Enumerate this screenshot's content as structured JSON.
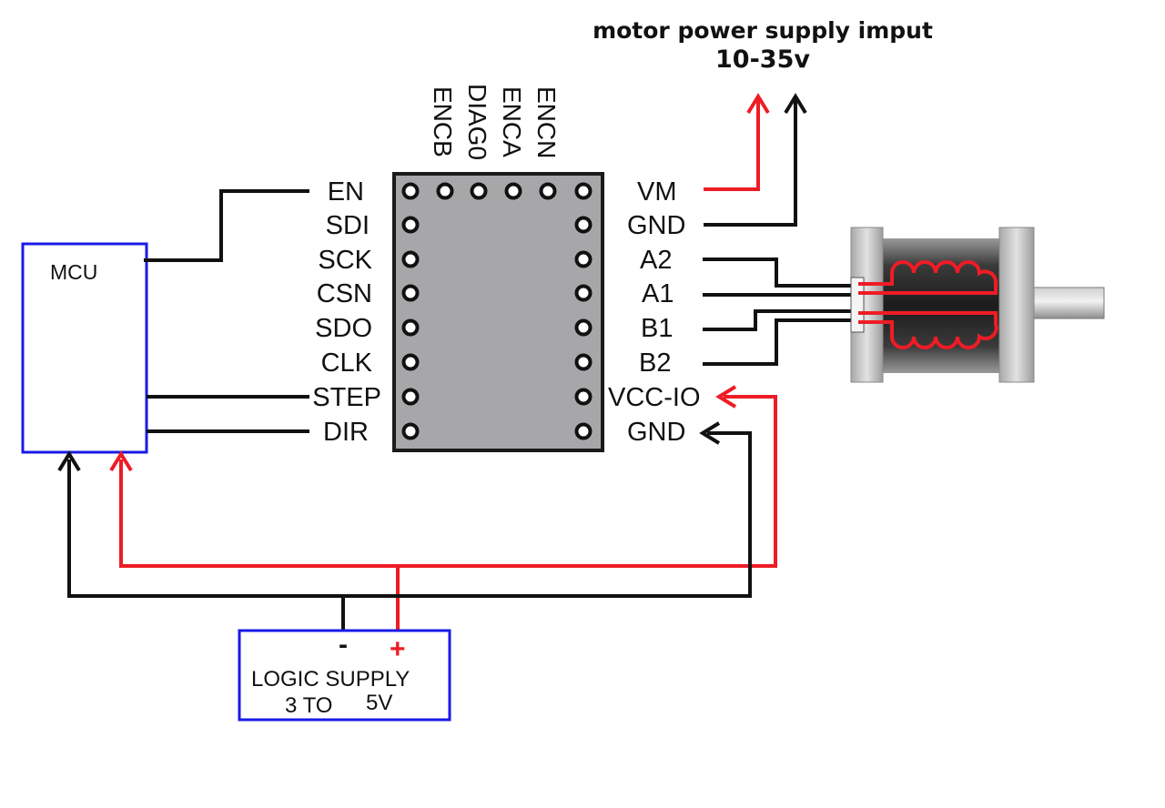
{
  "title": {
    "line1": "motor power supply imput",
    "line2": "10-35v"
  },
  "mcu": {
    "label": "MCU"
  },
  "driver": {
    "left_pins": [
      "EN",
      "SDI",
      "SCK",
      "CSN",
      "SDO",
      "CLK",
      "STEP",
      "DIR"
    ],
    "right_pins": [
      "VM",
      "GND",
      "A2",
      "A1",
      "B1",
      "B2",
      "VCC-IO",
      "GND"
    ],
    "top_pins": [
      "ENCB",
      "DIAG0",
      "ENCA",
      "ENCN"
    ]
  },
  "logic_supply": {
    "minus": "-",
    "plus": "+",
    "line1": "LOGIC SUPPLY",
    "line2a": "3 TO",
    "line2b": "5V"
  },
  "colors": {
    "positive_wire": "#ee1c25",
    "negative_wire": "#111111",
    "box_outline": "#1a1ae6",
    "driver_board": "#a7a7a9"
  }
}
